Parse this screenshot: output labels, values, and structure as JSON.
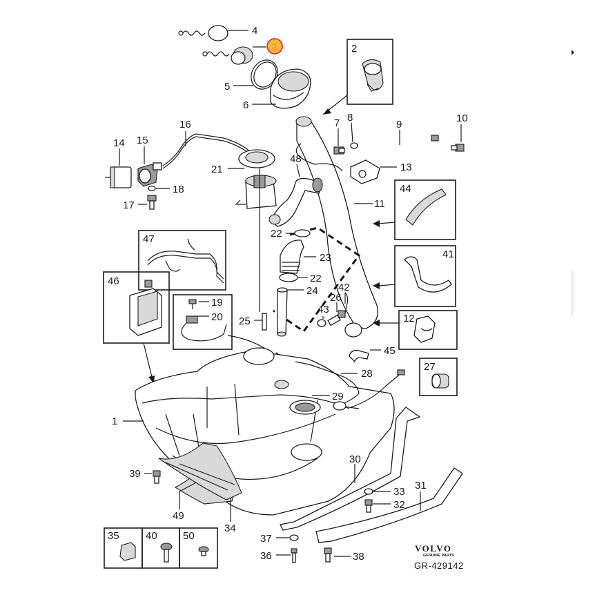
{
  "colors": {
    "line": "#1a1a1a",
    "highlight_ring": "#e03030",
    "highlight_fill": "#f0a020",
    "shade": "#d9d9d9"
  },
  "labels": {
    "p1": "1",
    "p2": "2",
    "p3": "3",
    "p4": "4",
    "p5": "5",
    "p6": "6",
    "p7": "7",
    "p8": "8",
    "p9": "9",
    "p10": "10",
    "p11": "11",
    "p12": "12",
    "p13": "13",
    "p14": "14",
    "p15": "15",
    "p16": "16",
    "p17": "17",
    "p18": "18",
    "p19": "19",
    "p20": "20",
    "p21": "21",
    "p22a": "22",
    "p22b": "22",
    "p23": "23",
    "p24": "24",
    "p25": "25",
    "p26": "26",
    "p27": "27",
    "p28": "28",
    "p29": "29",
    "p30": "30",
    "p31": "31",
    "p32": "32",
    "p33": "33",
    "p34": "34",
    "p35": "35",
    "p36": "36",
    "p37": "37",
    "p38": "38",
    "p39": "39",
    "p40": "40",
    "p41": "41",
    "p42": "42",
    "p43": "43",
    "p44": "44",
    "p45": "45",
    "p46": "46",
    "p47": "47",
    "p48": "48",
    "p49": "49",
    "p50": "50"
  },
  "branding": {
    "logo": "VOLVO",
    "logo_sub": "GENUINE PARTS",
    "drawing_code": "GR-429142"
  }
}
